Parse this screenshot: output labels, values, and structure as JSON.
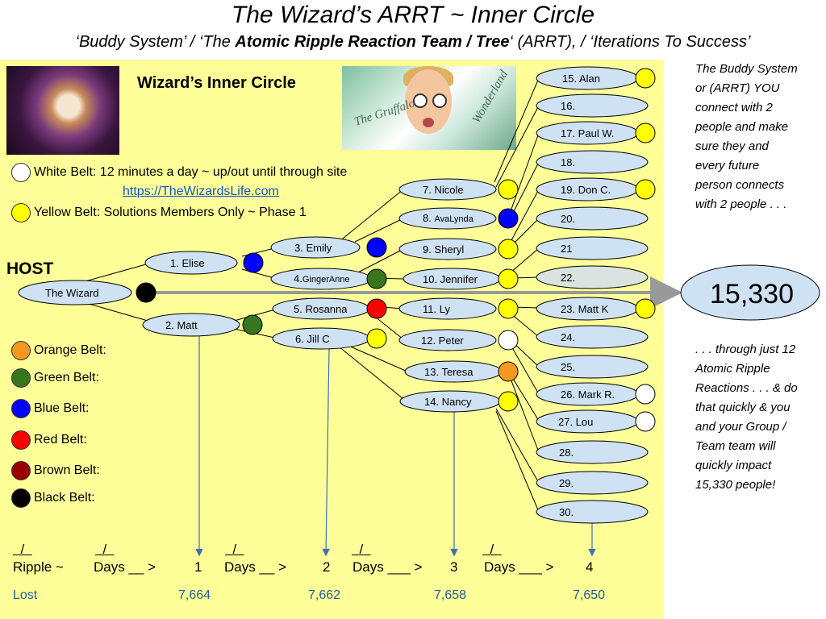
{
  "header": {
    "title": "The Wizard’s ARRT ~ Inner Circle",
    "subtitle_pre": "‘Buddy System’ / ‘The ",
    "subtitle_bold": "Atomic Ripple Reaction Team / Tree",
    "subtitle_post": "‘ (ARRT), / ‘Iterations To Success’"
  },
  "panel": {
    "inner_title": "Wizard’s Inner Circle",
    "host_label": "HOST",
    "white_belt": "White Belt: 12 minutes a day ~ up/out until through site",
    "link": "https://TheWizardsLife.com",
    "yellow_belt": "Yellow Belt: Solutions Members Only ~ Phase 1"
  },
  "legend": [
    {
      "label": "Orange Belt:",
      "color": "#f39a1e"
    },
    {
      "label": "Green Belt:",
      "color": "#38761d"
    },
    {
      "label": "Blue Belt:",
      "color": "#0000ff"
    },
    {
      "label": "Red Belt:",
      "color": "#ff0000"
    },
    {
      "label": "Brown Belt:",
      "color": "#990000"
    },
    {
      "label": "Black Belt:",
      "color": "#000000"
    }
  ],
  "belt_colors": {
    "white": "#ffffff",
    "yellow": "#ffff00",
    "node_fill": "#cfe2f3"
  },
  "nodes": {
    "host": "The Wizard",
    "n1": "1. Elise",
    "n2": "2. Matt",
    "n3": "3. Emily",
    "n4_num": "4.",
    "n4_name": "GingerAnne",
    "n5": "5. Rosanna",
    "n6": "6. Jill C",
    "n7": "7. Nicole",
    "n8_num": "8. ",
    "n8_name": "AvaLynda",
    "n9": "9. Sheryl",
    "n10": "10. Jennifer",
    "n11": "11. Ly",
    "n12": "12. Peter",
    "n13": "13. Teresa",
    "n14": "14. Nancy",
    "n15": "15. Alan",
    "n16": "16.",
    "n17": "17. Paul W.",
    "n18": "18.",
    "n19": "19. Don C.",
    "n20": "20.",
    "n21": "21",
    "n22": "22.",
    "n23": "23. Matt K",
    "n24": "24.",
    "n25": "25.",
    "n26": "26. Mark R.",
    "n27": "27. Lou",
    "n28": "28.",
    "n29": "29.",
    "n30": "30.",
    "total": "15,330"
  },
  "side": {
    "text1": "The Buddy System or (ARRT) YOU connect with 2 people and make sure they and every future person connects with 2 people . . .",
    "text2": ". . . through just 12 Atomic Ripple Reactions . . . & do that quickly & you and your Group / Team team will quickly impact 15,330 people!"
  },
  "bottom": {
    "slash": "/",
    "ripple": "Ripple ~",
    "days1": "Days __ >",
    "days2": "Days __ >",
    "days3": "Days ___ >",
    "days4": "Days ___ >",
    "r1": "1",
    "r2": "2",
    "r3": "3",
    "r4": "4",
    "lost": "Lost",
    "lost1": "7,664",
    "lost2": "7,662",
    "lost3": "7,658",
    "lost4": "7,650"
  }
}
